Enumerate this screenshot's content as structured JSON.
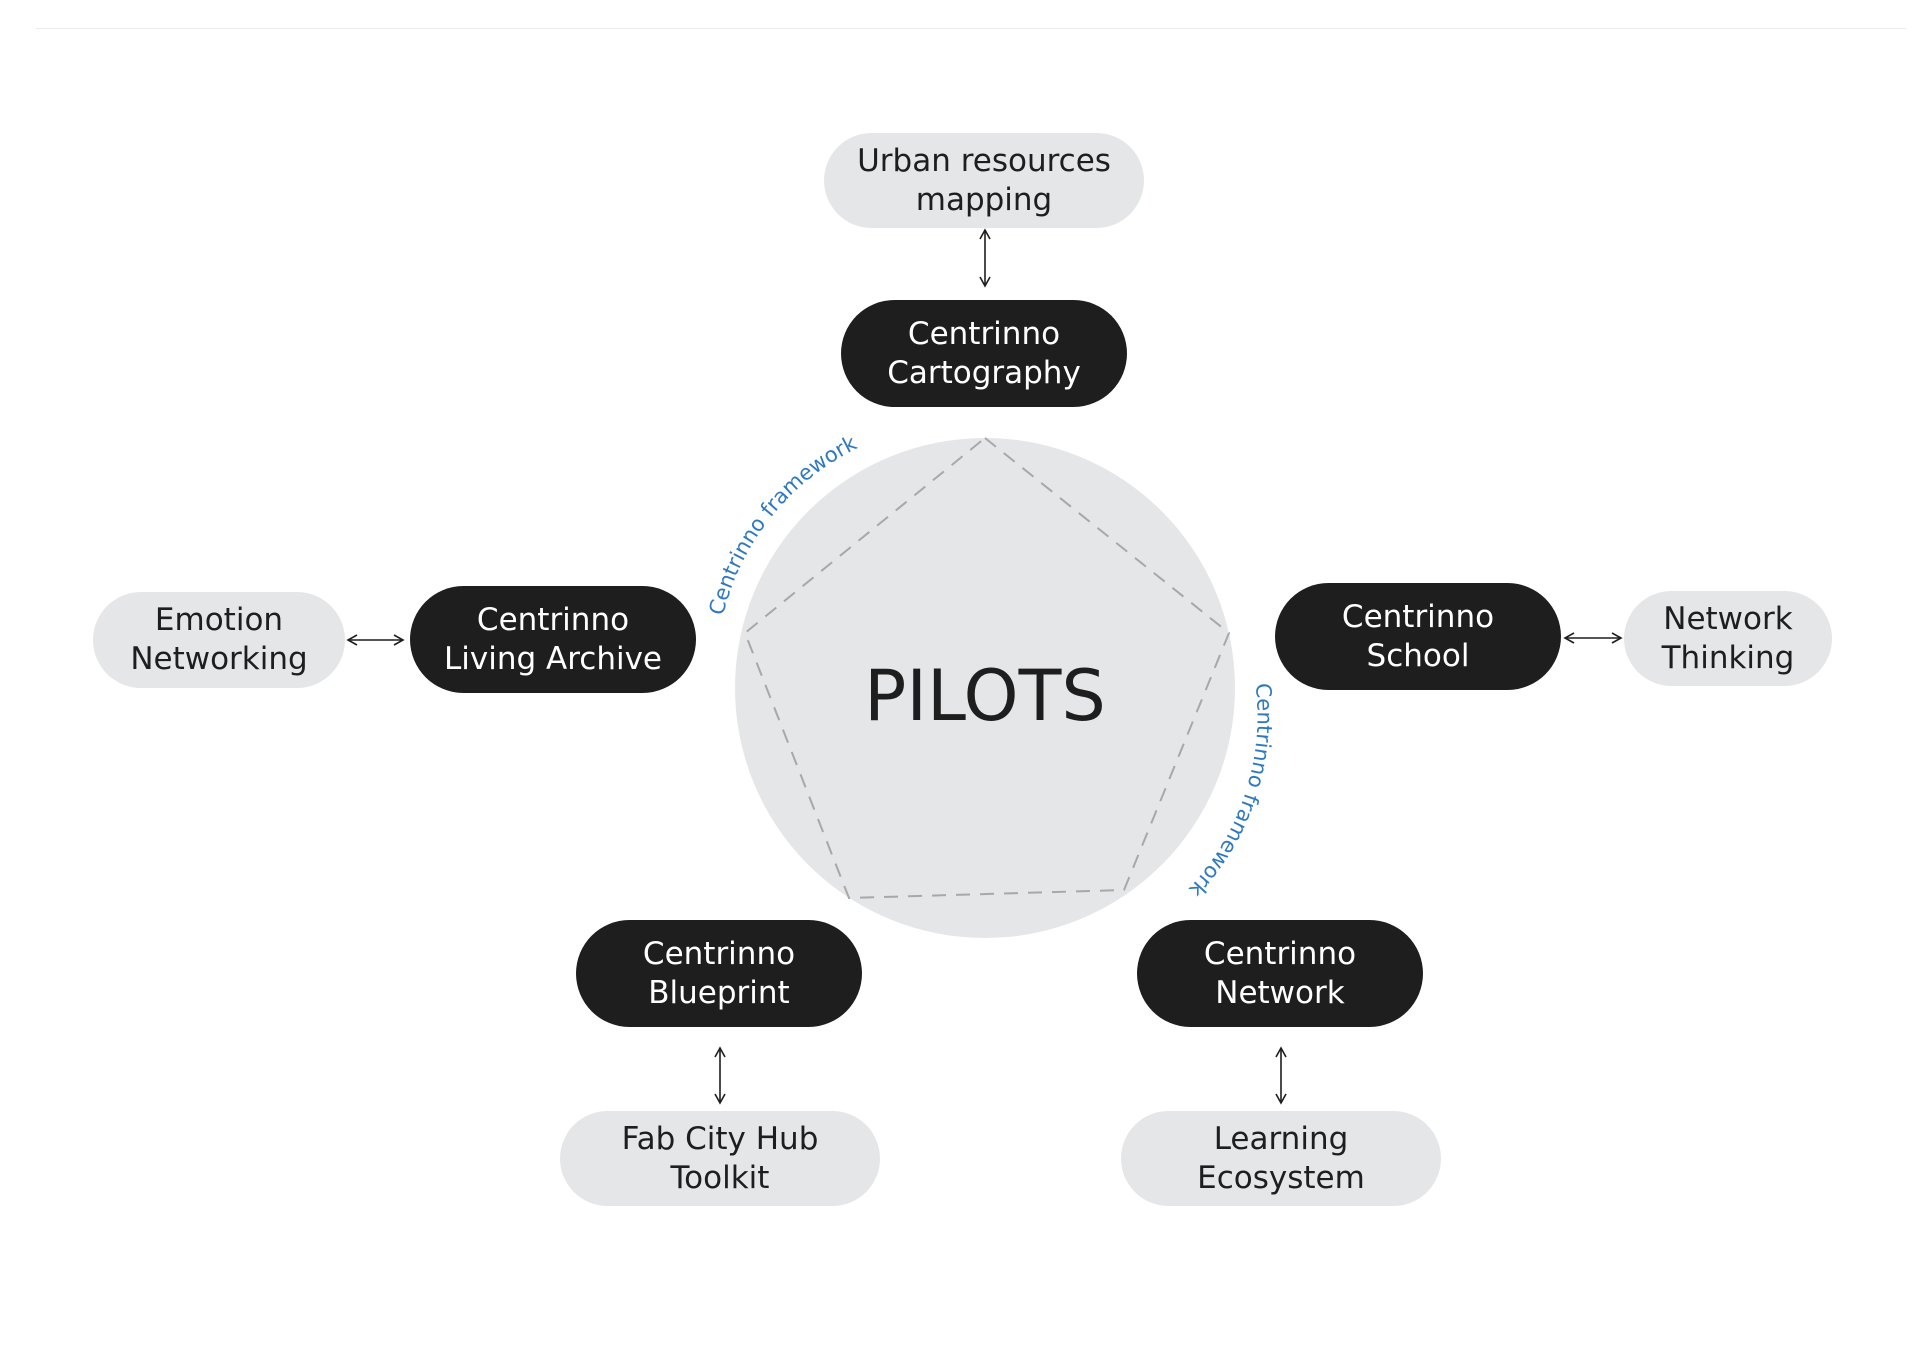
{
  "center": {
    "label": "PILOTS"
  },
  "framework_labels": [
    "Centrinno framework",
    "Centrinno framework"
  ],
  "tools": [
    {
      "id": "cartography",
      "label": "Centrinno\nCartography"
    },
    {
      "id": "living-archive",
      "label": "Centrinno\nLiving Archive"
    },
    {
      "id": "school",
      "label": "Centrinno\nSchool"
    },
    {
      "id": "blueprint",
      "label": "Centrinno\nBlueprint"
    },
    {
      "id": "network",
      "label": "Centrinno\nNetwork"
    }
  ],
  "outputs": [
    {
      "id": "urban-resources",
      "label": "Urban resources\nmapping"
    },
    {
      "id": "emotion-networking",
      "label": "Emotion\nNetworking"
    },
    {
      "id": "network-thinking",
      "label": "Network\nThinking"
    },
    {
      "id": "fab-city-hub",
      "label": "Fab City Hub\nToolkit"
    },
    {
      "id": "learning-ecosystem",
      "label": "Learning\nEcosystem"
    }
  ],
  "colors": {
    "dark_pill": "#1e1e1e",
    "light_pill": "#e5e6e8",
    "circle": "#e5e6e8",
    "dashed_line": "#a8a8a8",
    "framework_text": "#2f79c2",
    "text": "#1e1e1e"
  }
}
